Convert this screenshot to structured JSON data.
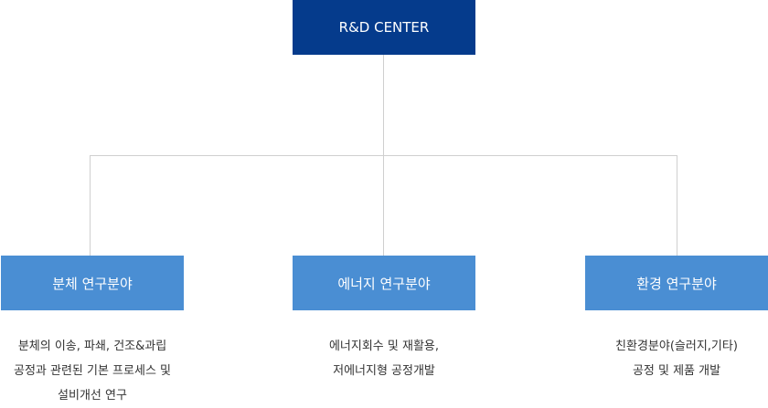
{
  "colors": {
    "root_bg": "#053b8c",
    "child_bg": "#4a8ed3",
    "connector": "#cfcfcf",
    "text": "#333333"
  },
  "root": {
    "label": "R&D CENTER"
  },
  "fields": [
    {
      "label": "분체 연구분야",
      "desc": [
        "분체의 이송, 파쇄, 건조&과립",
        "공정과 관련된 기본 프로세스 및",
        "설비개선 연구"
      ]
    },
    {
      "label": "에너지 연구분야",
      "desc": [
        "에너지회수 및 재활용,",
        "저에너지형 공정개발"
      ]
    },
    {
      "label": "환경 연구분야",
      "desc": [
        "친환경분야(슬러지,기타)",
        "공정 및 제품 개발"
      ]
    }
  ]
}
